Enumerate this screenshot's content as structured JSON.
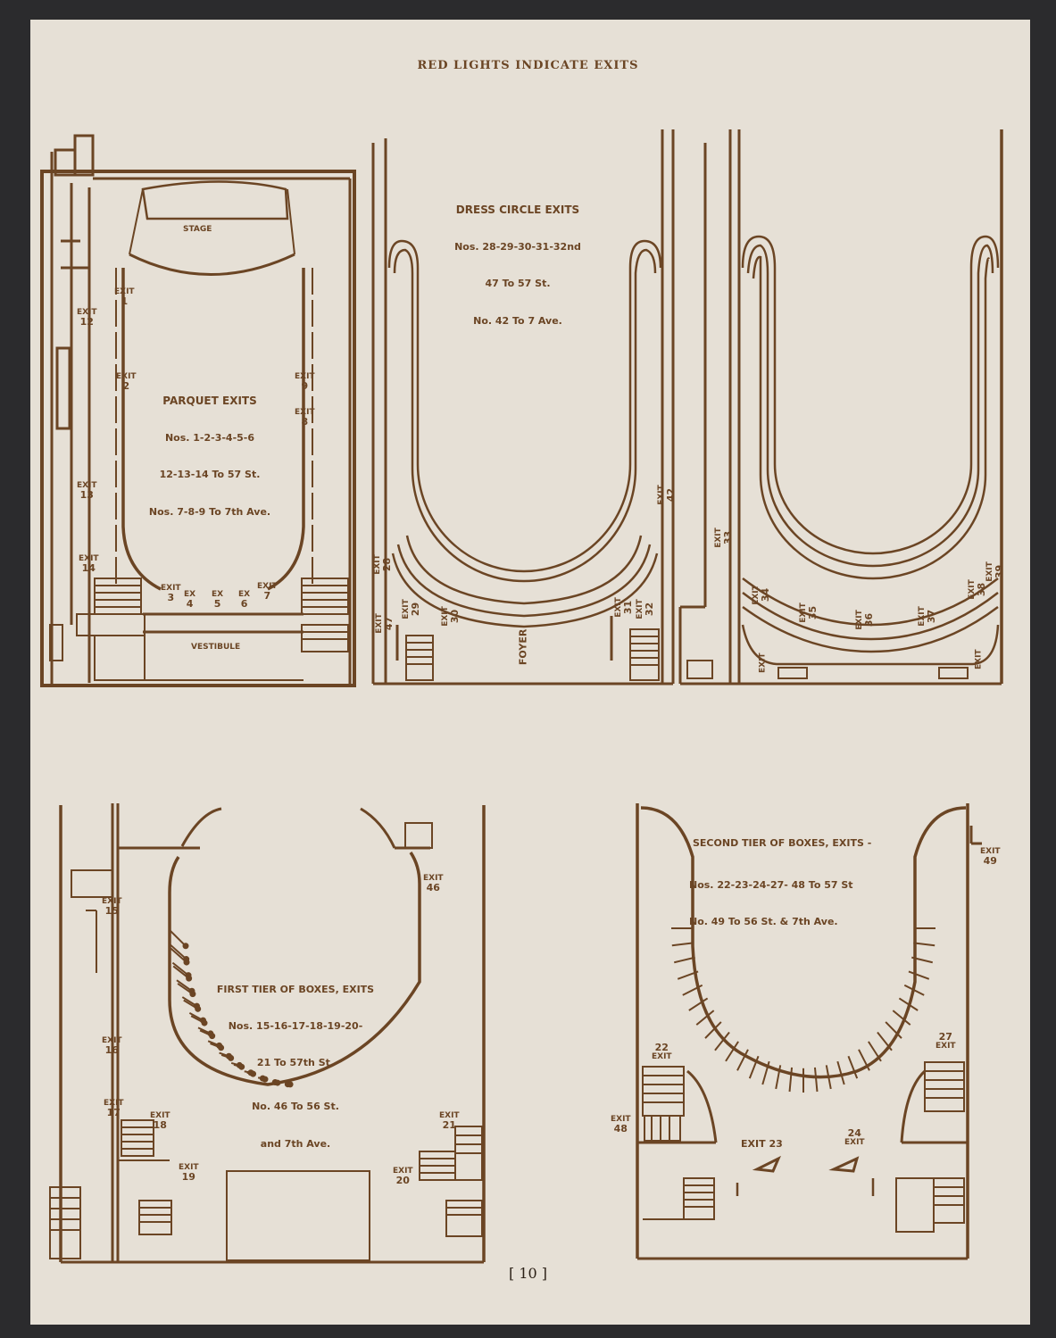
{
  "header": "RED LIGHTS INDICATE EXITS",
  "page_number": "[ 10 ]",
  "parquet": {
    "stage_label": "STAGE",
    "vestibule_label": "VESTIBULE",
    "title": "PARQUET EXITS",
    "line1": "Nos. 1-2-3-4-5-6",
    "line2": "12-13-14 To 57 St.",
    "line3": "Nos. 7-8-9 To 7th Ave.",
    "exits": [
      {
        "word": "EXIT",
        "num": "1"
      },
      {
        "word": "EXIT",
        "num": "2"
      },
      {
        "word": "EXIT",
        "num": "3"
      },
      {
        "word": "EX",
        "num": "4"
      },
      {
        "word": "EX",
        "num": "5"
      },
      {
        "word": "EX",
        "num": "6"
      },
      {
        "word": "EXIT",
        "num": "7"
      },
      {
        "word": "EXIT",
        "num": "8"
      },
      {
        "word": "EXIT",
        "num": "9"
      },
      {
        "word": "EXIT",
        "num": "12"
      },
      {
        "word": "EXIT",
        "num": "13"
      },
      {
        "word": "EXIT",
        "num": "14"
      }
    ]
  },
  "dress_circle": {
    "title": "DRESS CIRCLE EXITS",
    "line1": "Nos. 28-29-30-31-32nd",
    "line2": "47 To 57 St.",
    "line3": "No. 42 To 7 Ave.",
    "foyer_label": "FOYER",
    "exits": [
      {
        "word": "EXIT",
        "num": "28"
      },
      {
        "word": "EXIT",
        "num": "29"
      },
      {
        "word": "EXIT",
        "num": "30"
      },
      {
        "word": "EXIT",
        "num": "31"
      },
      {
        "word": "EXIT",
        "num": "32"
      },
      {
        "word": "EXIT",
        "num": "42"
      },
      {
        "word": "EXIT",
        "num": "47"
      },
      {
        "word": "EXIT",
        "num": "33"
      },
      {
        "word": "EXIT",
        "num": "34"
      },
      {
        "word": "EXIT",
        "num": "35"
      },
      {
        "word": "EXIT",
        "num": "36"
      },
      {
        "word": "EXIT",
        "num": "37"
      },
      {
        "word": "EXIT",
        "num": "38"
      },
      {
        "word": "EXIT",
        "num": "39"
      },
      {
        "word": "EXIT",
        "num": ""
      },
      {
        "word": "EXIT",
        "num": ""
      }
    ]
  },
  "first_tier": {
    "title": "FIRST TIER OF BOXES, EXITS",
    "line1": "Nos. 15-16-17-18-19-20-",
    "line2": "21 To 57th St.",
    "line3": "No. 46 To 56 St.",
    "line4": "and 7th Ave.",
    "exits": [
      {
        "word": "EXIT",
        "num": "15"
      },
      {
        "word": "EXIT",
        "num": "16"
      },
      {
        "word": "EXIT",
        "num": "17"
      },
      {
        "word": "EXIT",
        "num": "18"
      },
      {
        "word": "EXIT",
        "num": "19"
      },
      {
        "word": "EXIT",
        "num": "20"
      },
      {
        "word": "EXIT",
        "num": "21"
      },
      {
        "word": "EXIT",
        "num": "46"
      }
    ]
  },
  "second_tier": {
    "title": "SECOND TIER OF BOXES, EXITS -",
    "line1": "Nos. 22-23-24-27- 48 To 57 St",
    "line2": "No. 49 To 56 St. & 7th Ave.",
    "exits": [
      {
        "word": "EXIT",
        "num": "49"
      },
      {
        "word": "EXIT",
        "num": "22"
      },
      {
        "word": "EXIT",
        "num": "27"
      },
      {
        "word": "EXIT",
        "num": "48"
      },
      {
        "word": "EXIT",
        "num": "23"
      },
      {
        "word": "EXIT",
        "num": "24"
      }
    ]
  },
  "colors": {
    "ink": "#6b4524",
    "paper": "#e6e0d6",
    "background": "#2b2b2d"
  }
}
